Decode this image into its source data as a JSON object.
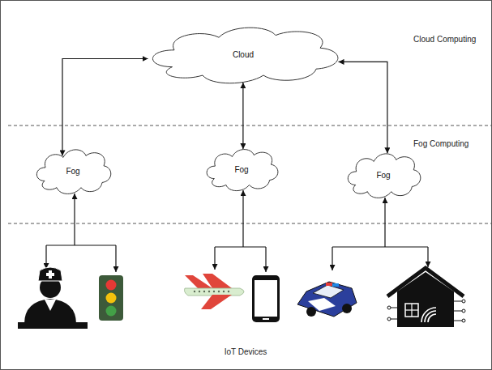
{
  "diagram": {
    "nodes": [
      {
        "text": [
          "Cloud"
        ]
      },
      {
        "text": [
          "Fog"
        ]
      },
      {
        "text": [
          "Fog"
        ]
      },
      {
        "text": [
          "Fog"
        ]
      }
    ],
    "edges": [
      {
        "from": 0,
        "to": 1,
        "arrow": "both"
      },
      {
        "from": 0,
        "to": 2,
        "arrow": "both"
      },
      {
        "from": 0,
        "to": 3,
        "arrow": "both"
      }
    ],
    "labels": [
      "Cloud Computing",
      "Fog Computing",
      "IoT Devices"
    ]
  }
}
